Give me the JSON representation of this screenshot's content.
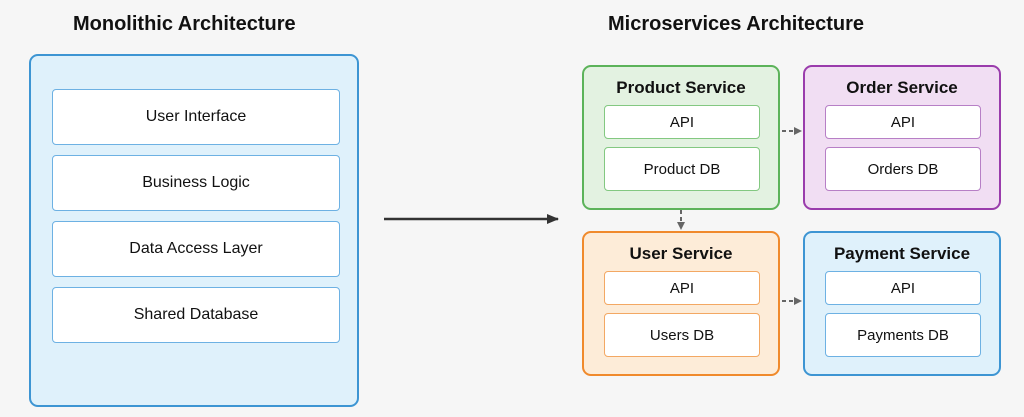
{
  "monolith": {
    "title": "Monolithic Architecture",
    "layers": [
      "User Interface",
      "Business Logic",
      "Data Access Layer",
      "Shared Database"
    ]
  },
  "microservices": {
    "title": "Microservices Architecture",
    "services": [
      {
        "name": "Product Service",
        "api": "API",
        "db": "Product DB"
      },
      {
        "name": "Order Service",
        "api": "API",
        "db": "Orders DB"
      },
      {
        "name": "User Service",
        "api": "API",
        "db": "Users DB"
      },
      {
        "name": "Payment Service",
        "api": "API",
        "db": "Payments DB"
      }
    ]
  },
  "colors": {
    "monolith_fill": "#dff1fb",
    "monolith_border": "#3d95d3",
    "product": "#5cb35a",
    "order": "#9a3cac",
    "user": "#f08a2c",
    "payment": "#3d95d3",
    "arrow": "#333333",
    "dashed_arrow": "#666666"
  }
}
